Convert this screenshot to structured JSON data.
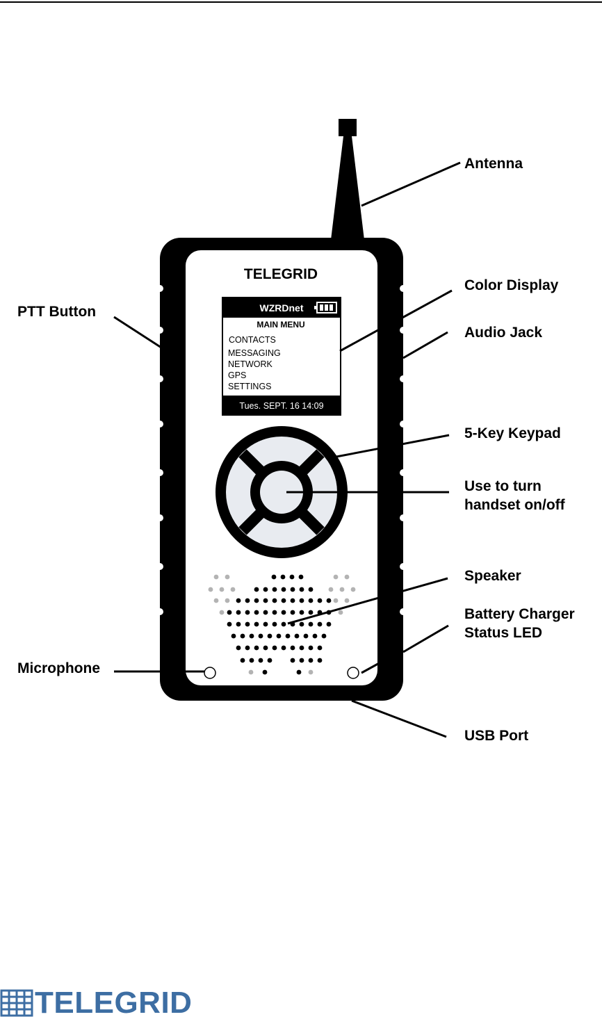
{
  "device": {
    "brand": "TELEGRID",
    "screen": {
      "network_name": "WZRDnet",
      "menu_title": "MAIN MENU",
      "menu_items": [
        "CONTACTS",
        "MESSAGING",
        "NETWORK",
        "GPS",
        "SETTINGS"
      ],
      "status_bar": "Tues. SEPT. 16 14:09"
    }
  },
  "callouts": {
    "antenna": "Antenna",
    "color_display": "Color Display",
    "audio_jack": "Audio Jack",
    "ptt_button": "PTT Button",
    "keypad": "5-Key Keypad",
    "power_line1": "Use to turn",
    "power_line2": "handset on/off",
    "speaker": "Speaker",
    "charger_line1": "Battery Charger",
    "charger_line2": "Status LED",
    "microphone": "Microphone",
    "usb_port": "USB Port"
  },
  "footer": {
    "logo_text": "TELEGRID",
    "logo_color": "#3d6ea3"
  },
  "colors": {
    "outline": "#000000",
    "face": "#ffffff",
    "keypad_key": "#e8ebf0",
    "speaker_dot_gray": "#b3b3b3"
  }
}
